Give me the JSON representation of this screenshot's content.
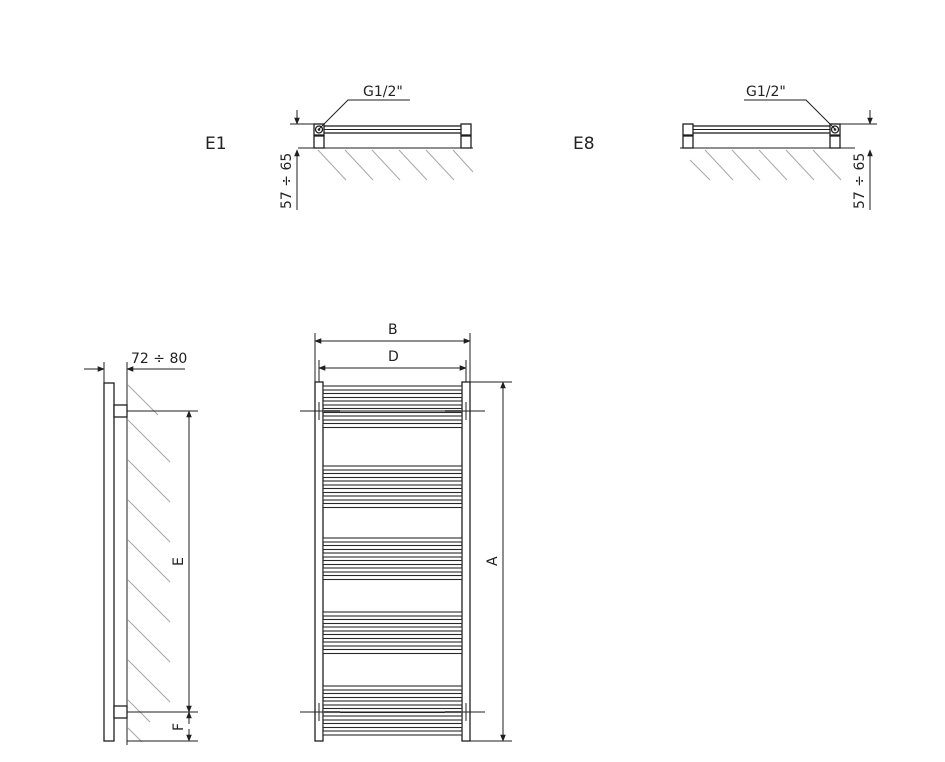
{
  "top_views": [
    {
      "variant_label": "E1",
      "thread_label": "G1/2\"",
      "depth_label": "57 ÷ 65"
    },
    {
      "variant_label": "E8",
      "thread_label": "G1/2\"",
      "depth_label": "57 ÷ 65"
    }
  ],
  "side_view": {
    "wall_gap_label": "72 ÷ 80",
    "e_label": "E",
    "f_label": "F"
  },
  "front_view": {
    "b_label": "B",
    "d_label": "D",
    "a_label": "A"
  }
}
